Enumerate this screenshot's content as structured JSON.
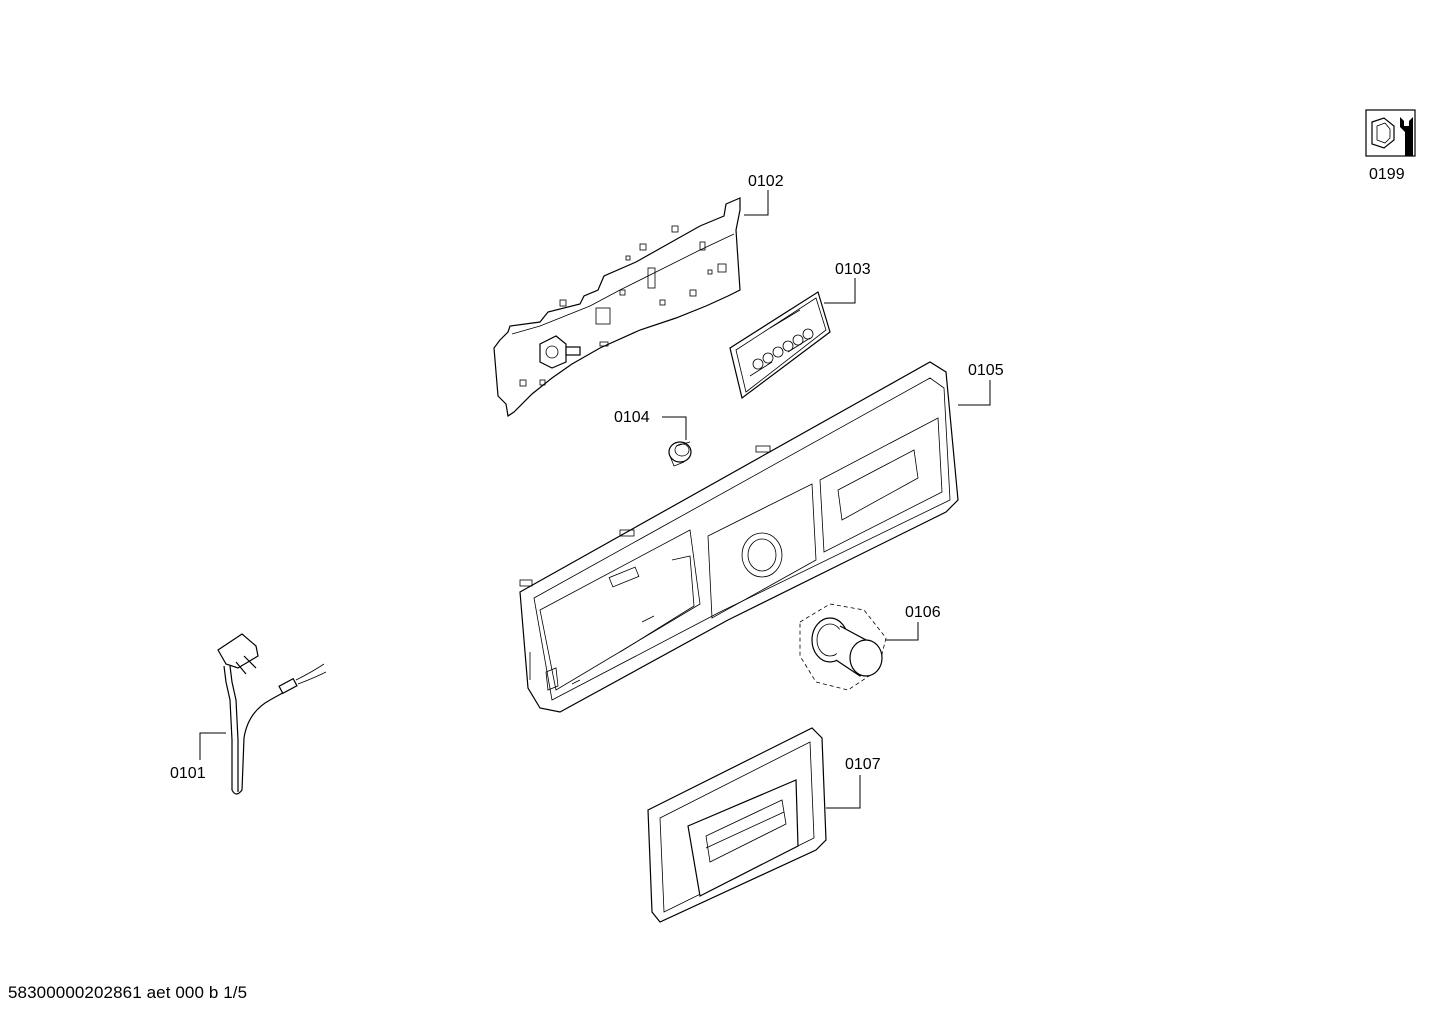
{
  "parts": [
    {
      "id": "0101",
      "name": "power-cord"
    },
    {
      "id": "0102",
      "name": "control-module"
    },
    {
      "id": "0103",
      "name": "indicator-panel"
    },
    {
      "id": "0104",
      "name": "light-guide"
    },
    {
      "id": "0105",
      "name": "fascia-panel"
    },
    {
      "id": "0106",
      "name": "selector-knob"
    },
    {
      "id": "0107",
      "name": "drawer-handle"
    },
    {
      "id": "0199",
      "name": "service-wrench-icon"
    }
  ],
  "footer": {
    "text": "58300000202861 aet 000 b 1/5"
  }
}
